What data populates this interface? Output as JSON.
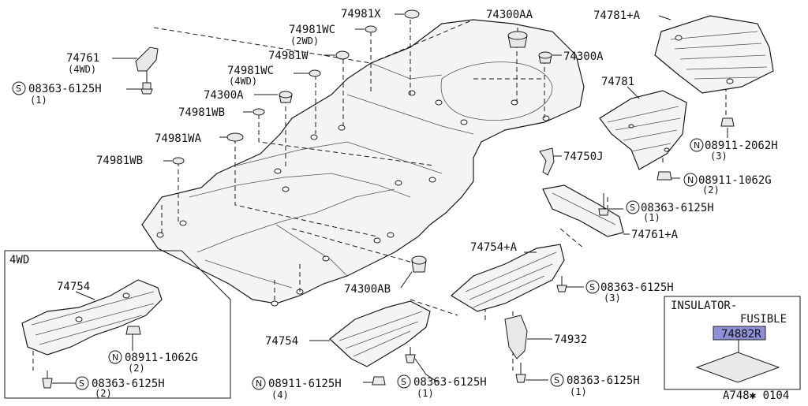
{
  "diagram_code": "A748✱ 0104",
  "inset_4wd": {
    "title": "4WD"
  },
  "legend_box": {
    "line1": "INSULATOR-",
    "line2": "FUSIBLE",
    "part_no": "74882R"
  },
  "labels": {
    "p74981X": "74981X",
    "p74981WC_2wd": "74981WC",
    "p74981WC_2wd_note": "(2WD)",
    "p74981W": "74981W",
    "p74981WC_4wd": "74981WC",
    "p74981WC_4wd_note": "(4WD)",
    "p74300A_left": "74300A",
    "p74981WB_top": "74981WB",
    "p74981WA": "74981WA",
    "p74981WB_bottom": "74981WB",
    "p74761": "74761",
    "p74761_note": "(4WD)",
    "p08363_topleft": "08363-6125H",
    "p08363_topleft_qty": "(1)",
    "p74300AA": "74300AA",
    "p74300A_right": "74300A",
    "p74781plusA": "74781+A",
    "p74781": "74781",
    "p08911_2062H": "08911-2062H",
    "p08911_2062H_qty": "(3)",
    "p08911_1062G_right": "08911-1062G",
    "p08911_1062G_right_qty": "(2)",
    "p74750J": "74750J",
    "p08363_mid_right": "08363-6125H",
    "p08363_mid_right_qty": "(1)",
    "p74761plusA": "74761+A",
    "p74754plusA": "74754+A",
    "p08363_right3": "08363-6125H",
    "p08363_right3_qty": "(3)",
    "p74300AB": "74300AB",
    "p74754_bottom": "74754",
    "p74932": "74932",
    "p08911_6125H": "08911-6125H",
    "p08911_6125H_qty": "(4)",
    "p08363_bottom_mid": "08363-6125H",
    "p08363_bottom_mid_qty": "(1)",
    "p08363_bottom_right": "08363-6125H",
    "p08363_bottom_right_qty": "(1)",
    "p74754_inset": "74754",
    "p08911_1062G_inset": "08911-1062G",
    "p08911_1062G_inset_qty": "(2)",
    "p08363_inset": "08363-6125H",
    "p08363_inset_qty": "(2)"
  },
  "symbols": {
    "screw": "S",
    "nut": "N"
  }
}
